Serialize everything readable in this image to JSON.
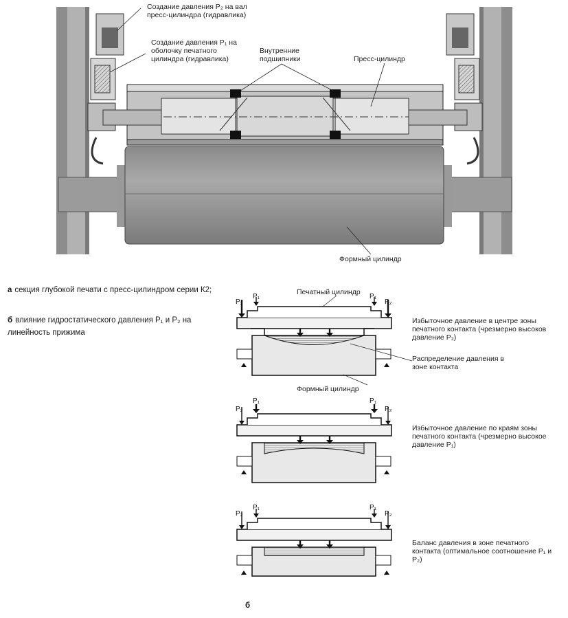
{
  "figure_a": {
    "labels": {
      "p2_creation": "Создание давления P₂ на вал пресс-цилиндра (гидравлика)",
      "p1_creation": "Создание давления P₁ на оболочку печатного цилиндра (гидравлика)",
      "inner_bearings": "Внутренние подшипники",
      "press_cylinder": "Пресс-цилиндр",
      "form_cylinder": "Формный цилиндр"
    }
  },
  "captions": [
    {
      "letter": "а",
      "text": "секция глубокой печати с пресс-цилиндром серии К2;"
    },
    {
      "letter": "б",
      "text": "влияние гидростатического давления P₁ и P₂ на линейность прижима"
    }
  ],
  "figure_b": {
    "top_labels": {
      "printing_cylinder": "Печатный цилиндр",
      "form_cylinder": "Формный цилиндр",
      "pressure_distribution": "Распределение давления в зоне контакта"
    },
    "pressure_symbols": {
      "p1": "P₁",
      "p2": "P₂"
    },
    "cases": [
      {
        "desc": "Избыточное давление в центре зоны печатного контакта (чрезмерно высоков давление P₂)",
        "profile": "convex"
      },
      {
        "desc": "Избыточное давление по краям зоны печатного контакта (чрезмерно высокое давление P₁)",
        "profile": "concave"
      },
      {
        "desc": "Баланс давления в зоне печатного контакта (оптимальное соотношение P₁ и P₂)",
        "profile": "flat"
      }
    ],
    "sub_letter": "б"
  }
}
